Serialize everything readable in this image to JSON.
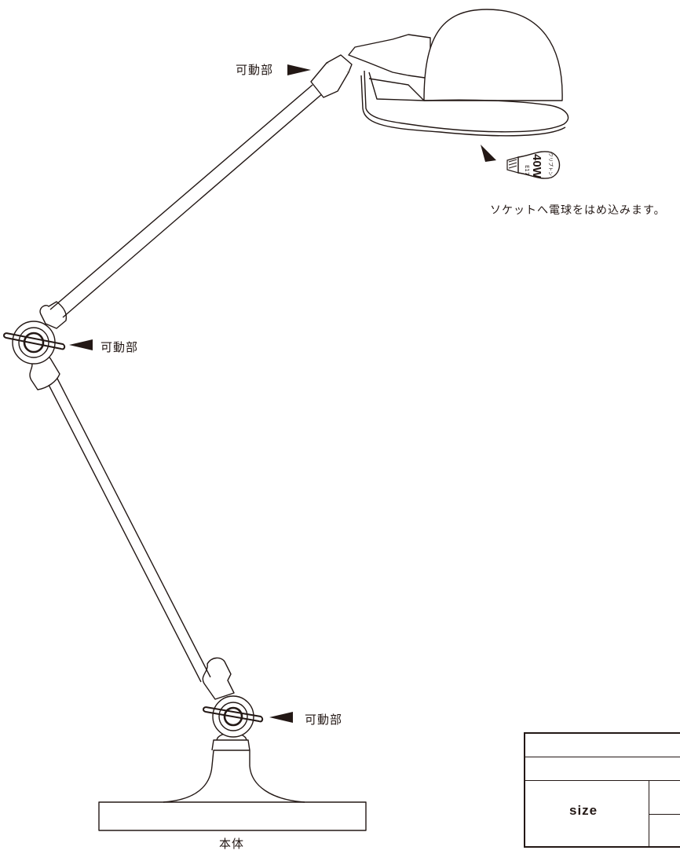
{
  "labels": {
    "movable_top": "可動部",
    "movable_middle": "可動部",
    "movable_bottom": "可動部",
    "socket_note": "ソケットへ電球をはめ込みます。",
    "body": "本体"
  },
  "bulb": {
    "wattage": "40W",
    "type": "クリプトン",
    "base": "E17"
  },
  "size_table": {
    "header": "size"
  }
}
